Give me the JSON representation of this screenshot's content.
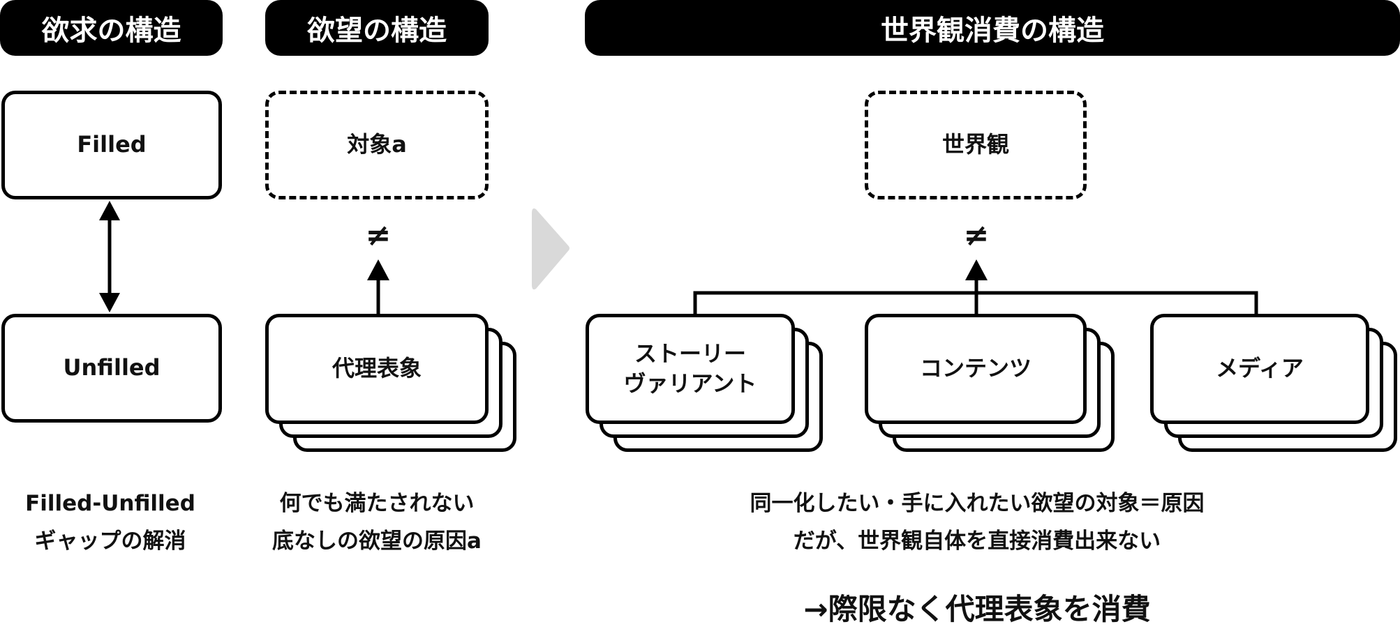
{
  "headers": {
    "needs": "欲求の構造",
    "desire": "欲望の構造",
    "worldview": "世界観消費の構造"
  },
  "needs": {
    "top_box": "Filled",
    "bottom_box": "Unfilled",
    "caption_line1": "Filled-Unfilled",
    "caption_line2": "ギャップの解消"
  },
  "desire": {
    "object_box": "対象a",
    "not_equal": "≠",
    "proxy_box": "代理表象",
    "caption_line1": "何でも満たされない",
    "caption_line2": "底なしの欲望の原因a"
  },
  "worldview": {
    "worldview_box": "世界観",
    "not_equal": "≠",
    "items": [
      {
        "line1": "ストーリー",
        "line2": "ヴァリアント"
      },
      {
        "line1": "コンテンツ",
        "line2": ""
      },
      {
        "line1": "メディア",
        "line2": ""
      }
    ],
    "caption_line1": "同一化したい・手に入れたい欲望の対象＝原因",
    "caption_line2": "だが、世界観自体を直接消費出来ない",
    "conclusion": "→際限なく代理表象を消費"
  },
  "colors": {
    "ink": "#000000",
    "background": "#ffffff",
    "transition_arrow": "#d9d9d9"
  }
}
